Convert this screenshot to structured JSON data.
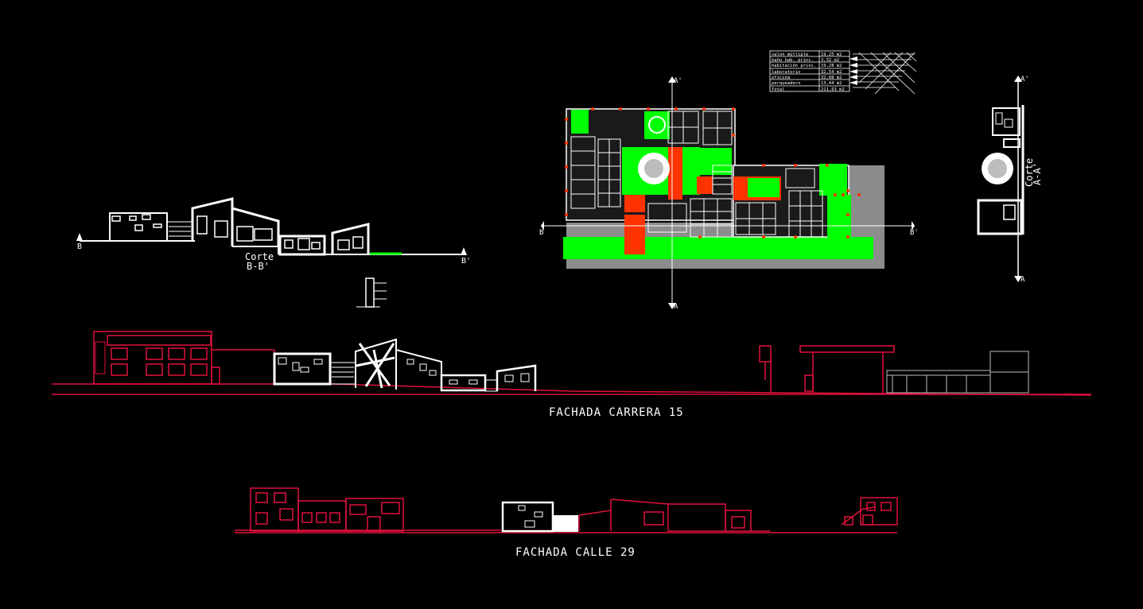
{
  "colors": {
    "background": "#000000",
    "line_white": "#ffffff",
    "line_red": "#e0113c",
    "fill_green": "#00ff00",
    "fill_red": "#ff3300",
    "fill_gray": "#8c8c8c"
  },
  "section_bb": {
    "title_line1": "Corte",
    "title_line2": "B-B'",
    "marker_left": "B",
    "marker_right": "B'"
  },
  "section_aa": {
    "title_line1": "Corte",
    "title_line2": "A-A'",
    "marker_top": "A'",
    "marker_bottom": "A"
  },
  "plan": {
    "marker_top": "A'",
    "marker_bottom": "A",
    "marker_left": "B",
    "marker_right": "B'"
  },
  "area_table": {
    "rows": [
      {
        "name": "salon múltiple",
        "area": "19,25 m2"
      },
      {
        "name": "baño hab. princ.",
        "area": "3,32 m2"
      },
      {
        "name": "habitación princ.",
        "area": "19,28 m2"
      },
      {
        "name": "laboratorio",
        "area": "32,54 m2"
      },
      {
        "name": "oficina",
        "area": "32,08 m2"
      },
      {
        "name": "parqueadero",
        "area": "13,44 m2"
      },
      {
        "name": "Total",
        "area": "211,63 m2"
      }
    ]
  },
  "elevations": {
    "carrera_title": "FACHADA CARRERA 15",
    "calle_title": "FACHADA CALLE 29"
  }
}
